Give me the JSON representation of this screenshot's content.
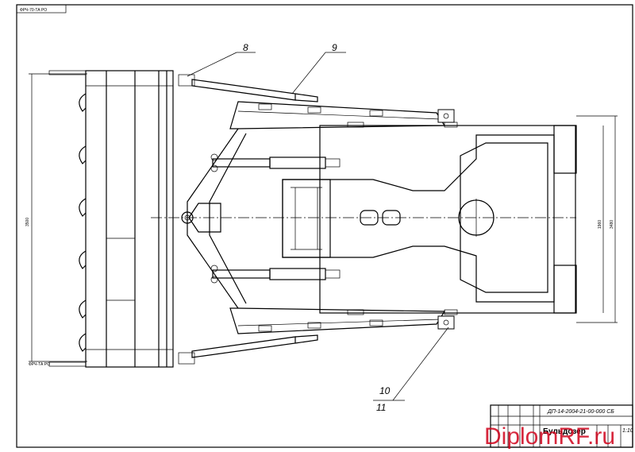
{
  "drawing": {
    "top_left_stamp": "ФРЧ-70-ТА РО",
    "callouts": [
      "8",
      "9",
      "10",
      "11"
    ],
    "dimensions": {
      "blade_width": "3500",
      "track_width": "1960",
      "overall_width": "3480"
    },
    "bottom_left_stamp": "ФРЧ-ТА РО",
    "title_block": {
      "document_code": "ДП-14-2004-21-00-000 СБ",
      "name": "Бульдозер",
      "scale": "1:10"
    },
    "watermark": "DiplomRF.ru"
  }
}
